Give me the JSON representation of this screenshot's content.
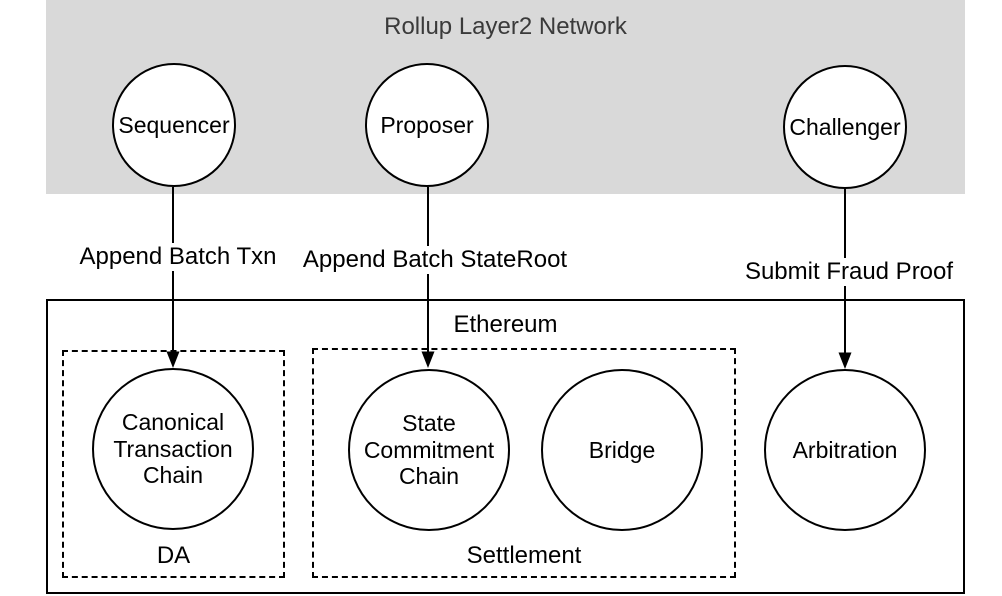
{
  "diagram": {
    "layer2": {
      "title": "Rollup Layer2 Network",
      "nodes": [
        {
          "label": "Sequencer"
        },
        {
          "label": "Proposer"
        },
        {
          "label": "Challenger"
        }
      ]
    },
    "edges": [
      {
        "label": "Append Batch Txn"
      },
      {
        "label": "Append Batch StateRoot"
      },
      {
        "label": "Submit Fraud Proof"
      }
    ],
    "layer1": {
      "title": "Ethereum",
      "groups": [
        {
          "label": "DA",
          "nodes": [
            {
              "label": "Canonical Transaction Chain"
            }
          ]
        },
        {
          "label": "Settlement",
          "nodes": [
            {
              "label": "State Commitment Chain"
            },
            {
              "label": "Bridge"
            }
          ]
        }
      ],
      "nodes": [
        {
          "label": "Arbitration"
        }
      ]
    },
    "colors": {
      "layer2_region_bg": "#d9d9d9",
      "stroke": "#000000",
      "layer2_title_text": "#3a3a3a"
    }
  }
}
